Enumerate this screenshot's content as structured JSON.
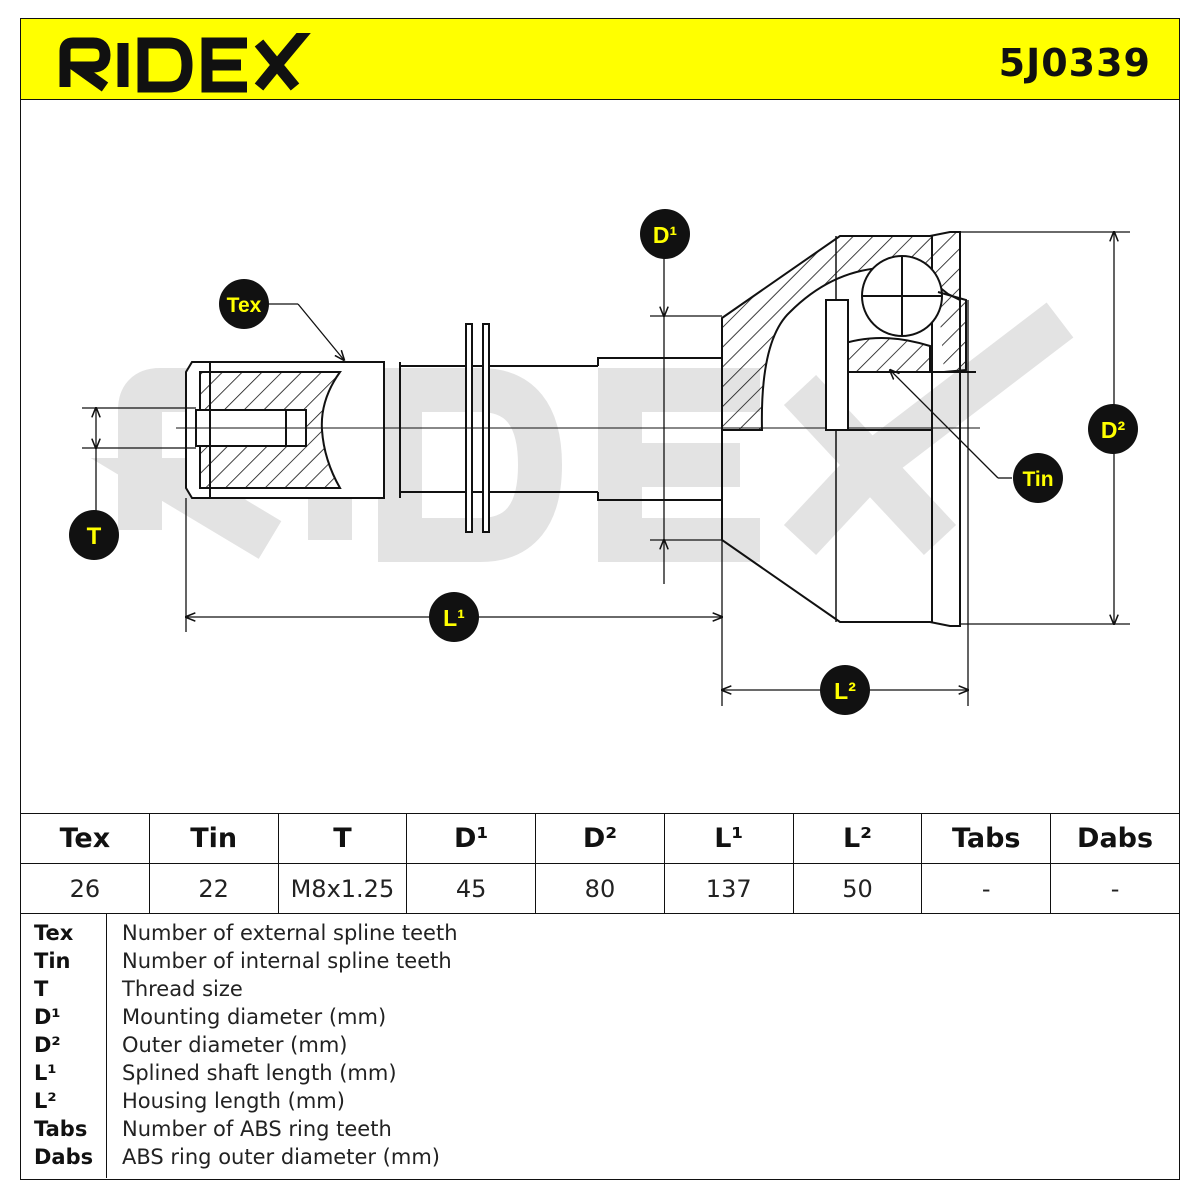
{
  "brand": {
    "logo_text": "RIDEX",
    "colors": {
      "header": "#ffff00",
      "ink": "#111111",
      "watermark": "#e3e3e3"
    }
  },
  "header": {
    "part_number": "5J0339"
  },
  "callouts": {
    "tex": "Tex",
    "tin": "Tin",
    "t": "T",
    "d1": "D¹",
    "d2": "D²",
    "l1": "L¹",
    "l2": "L²"
  },
  "table": {
    "headers": [
      "Tex",
      "Tin",
      "T",
      "D¹",
      "D²",
      "L¹",
      "L²",
      "Tabs",
      "Dabs"
    ],
    "values": [
      "26",
      "22",
      "M8x1.25",
      "45",
      "80",
      "137",
      "50",
      "-",
      "-"
    ]
  },
  "legend": [
    {
      "key": "Tex",
      "desc": "Number of external spline teeth"
    },
    {
      "key": "Tin",
      "desc": "Number of internal spline teeth"
    },
    {
      "key": "T",
      "desc": "Thread size"
    },
    {
      "key": "D¹",
      "desc": "Mounting diameter (mm)"
    },
    {
      "key": "D²",
      "desc": "Outer diameter (mm)"
    },
    {
      "key": "L¹",
      "desc": "Splined shaft length (mm)"
    },
    {
      "key": "L²",
      "desc": "Housing length (mm)"
    },
    {
      "key": "Tabs",
      "desc": "Number of ABS ring teeth"
    },
    {
      "key": "Dabs",
      "desc": "ABS ring outer diameter (mm)"
    }
  ]
}
